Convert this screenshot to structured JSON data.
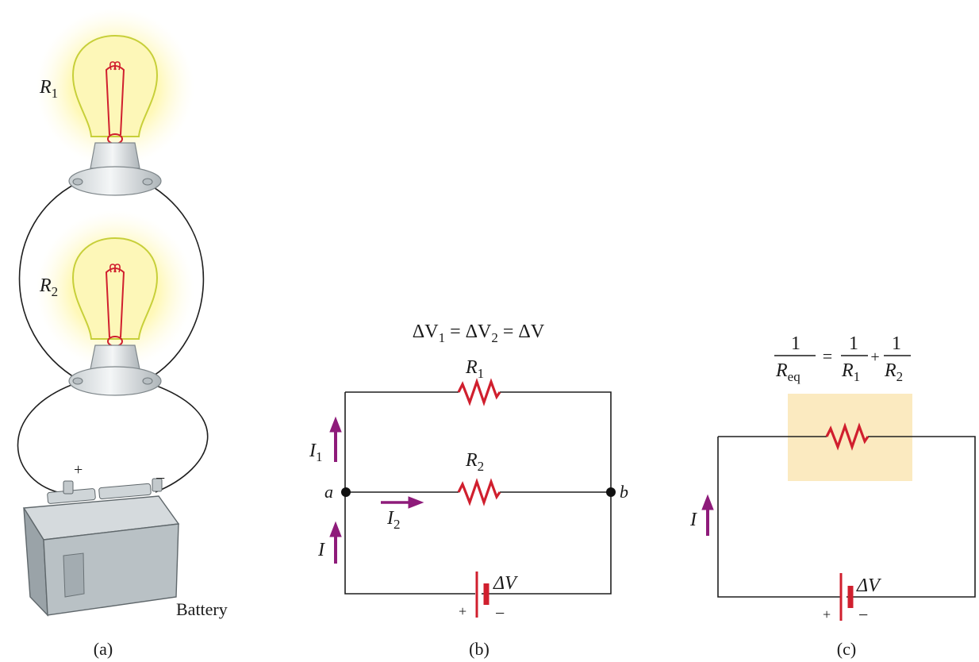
{
  "panel_a": {
    "bulb1_label": "R",
    "bulb1_sub": "1",
    "bulb2_label": "R",
    "bulb2_sub": "2",
    "plus": "+",
    "minus": "−",
    "battery_label": "Battery",
    "caption": "(a)"
  },
  "panel_b": {
    "eq_part1": "ΔV",
    "eq_sub1": "1",
    "eq_part2": " = ΔV",
    "eq_sub2": "2",
    "eq_part3": " = ΔV",
    "r1": "R",
    "r1_sub": "1",
    "r2": "R",
    "r2_sub": "2",
    "i1": "I",
    "i1_sub": "1",
    "i2": "I",
    "i2_sub": "2",
    "i": "I",
    "node_a": "a",
    "node_b": "b",
    "dv": "ΔV",
    "plus": "+",
    "minus": "−",
    "caption": "(b)"
  },
  "panel_c": {
    "num1": "1",
    "den1": "R",
    "den1_sub": "eq",
    "eq": "=",
    "num2": "1",
    "den2": "R",
    "den2_sub": "1",
    "plus_sign": "+",
    "num3": "1",
    "den3": "R",
    "den3_sub": "2",
    "i": "I",
    "dv": "ΔV",
    "plus": "+",
    "minus": "−",
    "caption": "(c)"
  },
  "colors": {
    "resistor": "#d01f2e",
    "current_arrow": "#8e1b7a",
    "highlight": "#fbeac0",
    "bulb_glow": "#fff27a"
  }
}
